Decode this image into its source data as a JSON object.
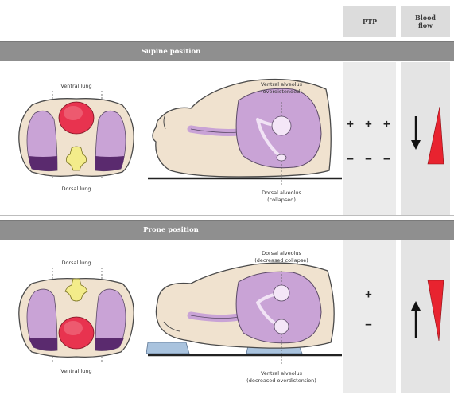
{
  "header": {
    "ptp_label": "PTP",
    "blood_flow_line1": "Blood",
    "blood_flow_line2": "flow"
  },
  "supine": {
    "title": "Supine position",
    "ventral_lung": "Ventral lung",
    "dorsal_lung": "Dorsal lung",
    "ventral_alveolus_line1": "Ventral alveolus",
    "ventral_alveolus_line2": "(overdistended)",
    "dorsal_alveolus_line1": "Dorsal alveolus",
    "dorsal_alveolus_line2": "(collapsed)",
    "ptp_top": "+ + +",
    "ptp_bottom": "− − −"
  },
  "prone": {
    "title": "Prone position",
    "dorsal_lung": "Dorsal lung",
    "ventral_lung": "Ventral lung",
    "dorsal_alveolus_line1": "Dorsal alveolus",
    "dorsal_alveolus_line2": "(decreased collapse)",
    "ventral_alveolus_line1": "Ventral alveolus",
    "ventral_alveolus_line2": "(decreased overdistention)",
    "ptp_top": "+",
    "ptp_bottom": "−"
  },
  "colors": {
    "lung": "#c9a3d6",
    "lung_dark": "#5a2a6e",
    "heart": "#e8334f",
    "body": "#f0e2cf",
    "spine": "#f3ec8a",
    "blood_flow": "#e8232f",
    "section_bar": "#8f8f8f"
  },
  "icons": {
    "supine_arrow": "arrow-down-icon",
    "prone_arrow": "arrow-up-icon"
  }
}
